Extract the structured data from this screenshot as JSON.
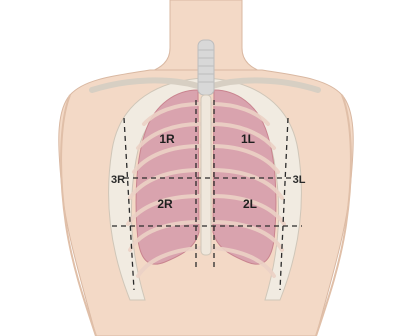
{
  "diagram": {
    "labels": {
      "zone_1r": "1R",
      "zone_1l": "1L",
      "zone_2r": "2R",
      "zone_2l": "2L",
      "zone_3r": "3R",
      "zone_3l": "3L"
    },
    "colors": {
      "background": "#ffffff",
      "skin": "#f3d9c6",
      "skin_shadow": "#e9c6af",
      "lung": "#d9a3ae",
      "lung_dark": "#c9848f",
      "rib": "#f1ebe1",
      "rib_edge": "#cfc6b8",
      "trachea": "#d8d8d8",
      "dashed_line": "#2b2b2b"
    }
  }
}
